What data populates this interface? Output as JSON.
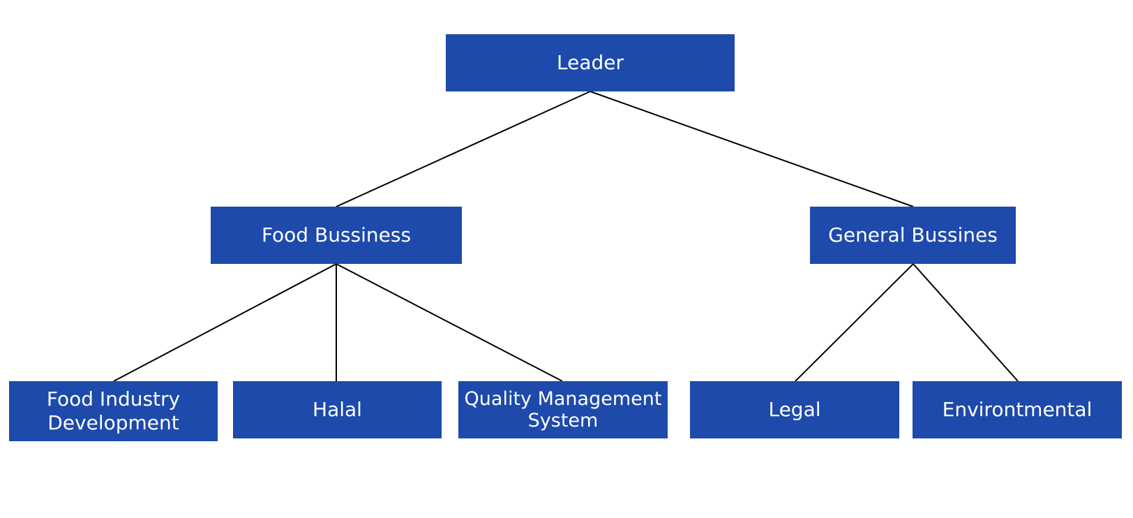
{
  "diagram": {
    "type": "org-chart",
    "colors": {
      "box": "#1d4aab",
      "text": "#ffffff",
      "line": "#000000"
    },
    "nodes": [
      {
        "id": "leader",
        "label": "Leader",
        "parent": null
      },
      {
        "id": "food",
        "label": "Food Bussiness",
        "parent": "leader"
      },
      {
        "id": "general",
        "label": "General Bussines",
        "parent": "leader"
      },
      {
        "id": "fid",
        "label_lines": [
          "Food Industry",
          "Development"
        ],
        "parent": "food"
      },
      {
        "id": "halal",
        "label": "Halal",
        "parent": "food"
      },
      {
        "id": "qms",
        "label_lines": [
          "Quality Management",
          "System"
        ],
        "parent": "food"
      },
      {
        "id": "legal",
        "label": "Legal",
        "parent": "general"
      },
      {
        "id": "env",
        "label": "Environtmental",
        "parent": "general"
      }
    ]
  }
}
